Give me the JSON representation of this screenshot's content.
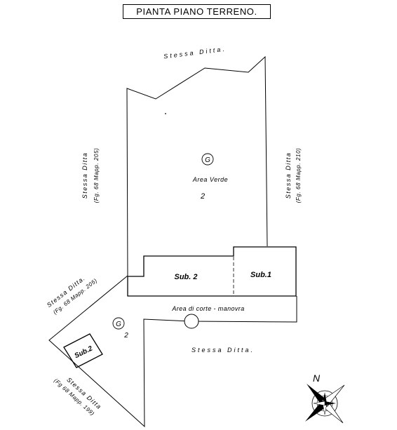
{
  "title": "PIANTA PIANO TERRENO.",
  "labels": {
    "top_neighbor": "Stessa Ditta.",
    "left_neighbor_line1": "Stessa Ditta",
    "left_neighbor_line2": "(Fg. 68 Mapp. 205)",
    "right_neighbor_line1": "Stessa Ditta",
    "right_neighbor_line2": "(Fg. 68 Mapp. 210)",
    "sw_neighbor_line1": "Stessa Ditta.",
    "sw_neighbor_line2": "(Fg. 68 Mapp. 205)",
    "bottom_left_line1": "Stessa Ditta",
    "bottom_left_line2": "(Fg 68 Mapp. 199)",
    "bottom_neighbor": "Stessa Ditta.",
    "area_verde": "Area Verde",
    "area_verde_num": "2",
    "area_corte": "Area di corte - manovra",
    "corte_num": "2",
    "sub2_main": "Sub. 2",
    "sub1_main": "Sub.1",
    "sub2_small": "Sub.2",
    "g_symbol": "G",
    "north": "N"
  },
  "colors": {
    "ink": "#000000",
    "background": "#ffffff"
  },
  "icons": [
    "compass-rose-icon"
  ]
}
